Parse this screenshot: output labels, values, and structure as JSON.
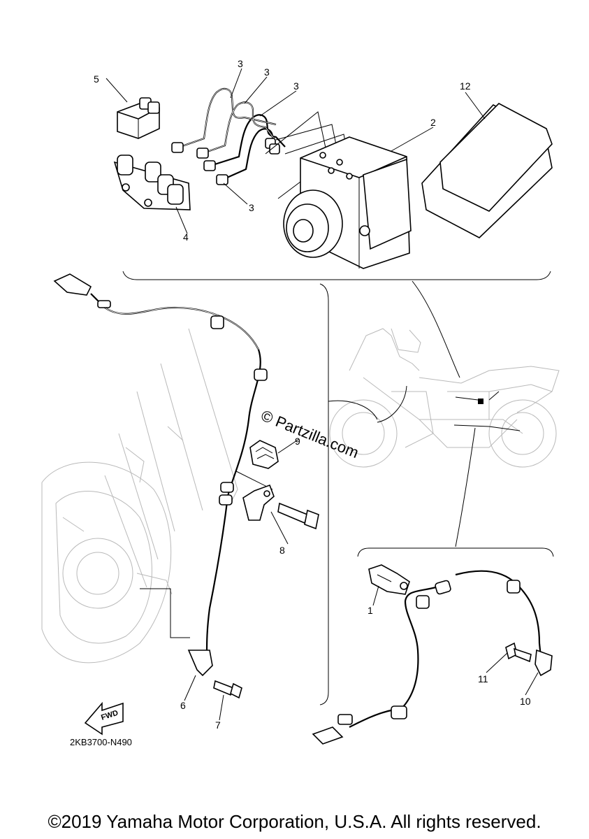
{
  "callouts": {
    "c1": "1",
    "c2": "2",
    "c3a": "3",
    "c3b": "3",
    "c3c": "3",
    "c3d": "3",
    "c4": "4",
    "c5": "5",
    "c6": "6",
    "c7": "7",
    "c8": "8",
    "c9": "9",
    "c10": "10",
    "c11": "11",
    "c12": "12"
  },
  "watermark": "© Partzilla.com",
  "fwd_label": "FWD",
  "diagram_code": "2KB3700-N490",
  "copyright": "©2019 Yamaha Motor Corporation, U.S.A. All rights reserved."
}
